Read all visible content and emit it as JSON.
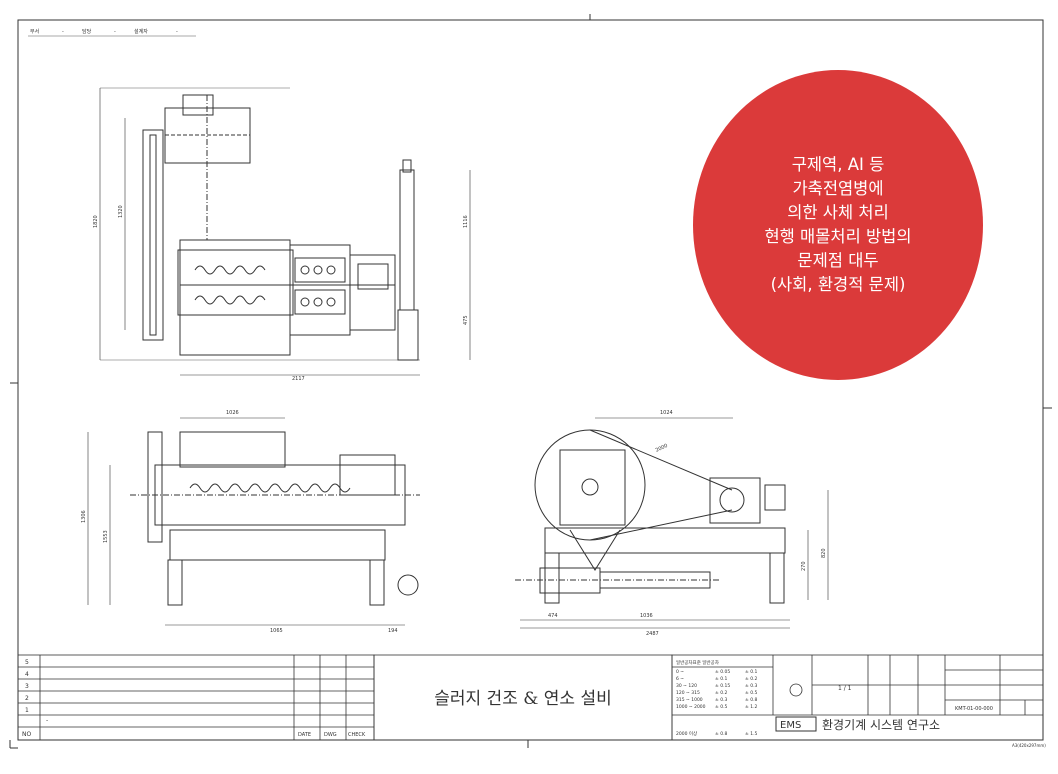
{
  "header": {
    "field_labels": [
      "부서",
      "-",
      "담당",
      "-",
      "설계자",
      "-"
    ]
  },
  "dimensions": {
    "top_view": {
      "overall_width": "2117",
      "total_height": "1820",
      "motor_height": "1320",
      "right_height_1": "1116",
      "right_height_2": "475"
    },
    "front_view": {
      "top_width": "1026",
      "total_width": "1065",
      "base_offset": "194",
      "height_1": "1306",
      "height_2": "1553"
    },
    "side_view": {
      "top_width": "1024",
      "belt_length": "2000",
      "height": "820",
      "height_2": "270",
      "bottom_1": "474",
      "bottom_2": "1036",
      "bottom_total": "2487"
    }
  },
  "title_block": {
    "revision_marks": [
      "5",
      "4",
      "3",
      "2",
      "1",
      "NO"
    ],
    "revision_row_dash": "-",
    "column_headers": [
      "DATE",
      "DWG",
      "CHECK"
    ],
    "drawing_title": "슬러지 건조 & 연소 설비",
    "company_logo": "EMS",
    "company_name": "환경기계 시스템 연구소",
    "scale": "1 / 1",
    "drawing_number": "KMT-01-00-000",
    "sheet_size": "A3(420x297mm)",
    "tolerance_header": "일반공차표준 일반공차",
    "tolerance_rows": [
      [
        "0 ~",
        "± 0.05",
        "± 0.1"
      ],
      [
        "6 ~",
        "± 0.1",
        "± 0.2"
      ],
      [
        "30 ~ 120",
        "± 0.15",
        "± 0.3"
      ],
      [
        "120 ~ 315",
        "± 0.2",
        "± 0.5"
      ],
      [
        "315 ~ 1000",
        "± 0.3",
        "± 0.8"
      ],
      [
        "1000 ~ 2000",
        "± 0.5",
        "± 1.2"
      ],
      [
        "2000 이상",
        "± 0.8",
        "± 1.5"
      ]
    ]
  },
  "callout": {
    "lines": [
      "구제역, AI 등",
      "가축전염병에",
      "의한 사체 처리",
      "현행 매몰처리 방법의",
      "문제점 대두",
      "(사회, 환경적 문제)"
    ]
  },
  "colors": {
    "callout_background": "#db3a3a",
    "callout_text": "#ffffff",
    "line": "#333333"
  }
}
